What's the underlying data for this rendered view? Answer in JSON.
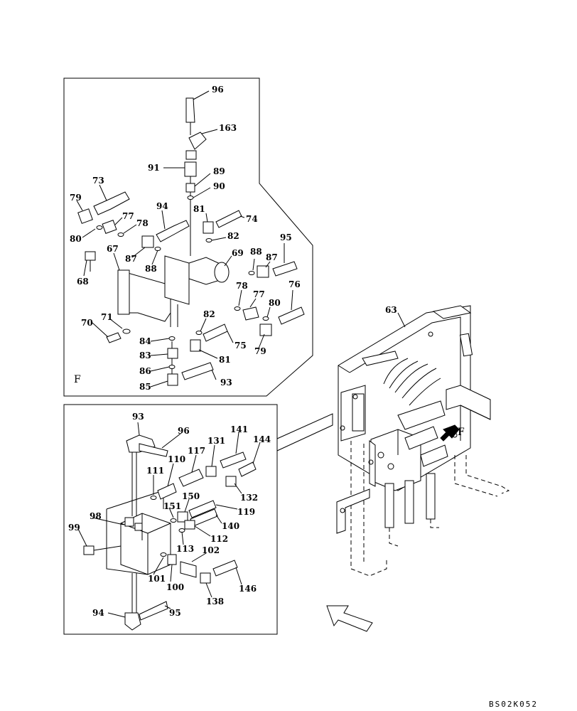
{
  "upper_view": {
    "view_letter": "F",
    "labels": [
      "96",
      "163",
      "91",
      "89",
      "90",
      "73",
      "79",
      "77",
      "78",
      "80",
      "81",
      "74",
      "94",
      "82",
      "67",
      "87",
      "88",
      "69",
      "88",
      "87",
      "95",
      "68",
      "78",
      "77",
      "80",
      "76",
      "70",
      "71",
      "82",
      "84",
      "75",
      "83",
      "79",
      "81",
      "86",
      "93",
      "85"
    ]
  },
  "lower_view": {
    "labels": [
      "93",
      "96",
      "141",
      "144",
      "131",
      "117",
      "110",
      "111",
      "132",
      "150",
      "119",
      "151",
      "140",
      "98",
      "99",
      "112",
      "113",
      "102",
      "101",
      "100",
      "146",
      "138",
      "94",
      "95"
    ]
  },
  "assembly": {
    "part_label": "63",
    "view_letter": "F"
  },
  "drawing_code": "BS02K052"
}
